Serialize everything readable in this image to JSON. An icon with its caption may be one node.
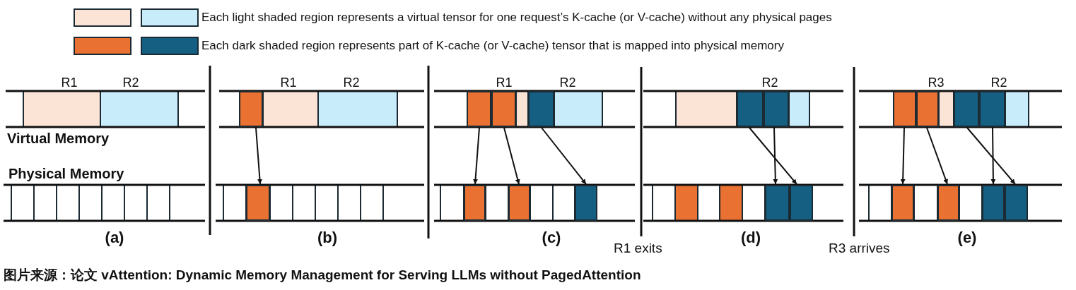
{
  "diagram": {
    "caption": "图片来源：论文 vAttention: Dynamic Memory Management for Serving LLMs without PagedAttention",
    "nodes": [
      {
        "text": [],
        "shape": "box"
      },
      {
        "text": [],
        "shape": "box"
      },
      {
        "text": [],
        "shape": "box"
      },
      {
        "text": [],
        "shape": "box"
      },
      {
        "text": [],
        "shape": "box"
      },
      {
        "text": [],
        "shape": "box"
      },
      {
        "text": [],
        "shape": "box"
      },
      {
        "text": [],
        "shape": "box"
      },
      {
        "text": [],
        "shape": "box"
      },
      {
        "text": [],
        "shape": "box"
      },
      {
        "text": [],
        "shape": "box"
      },
      {
        "text": [],
        "shape": "box"
      },
      {
        "text": [],
        "shape": "box"
      },
      {
        "text": [],
        "shape": "box"
      },
      {
        "text": [],
        "shape": "box"
      },
      {
        "text": [],
        "shape": "box"
      },
      {
        "text": [],
        "shape": "box"
      },
      {
        "text": [],
        "shape": "box"
      },
      {
        "text": [],
        "shape": "box"
      },
      {
        "text": [],
        "shape": "box"
      }
    ],
    "edges": [
      {
        "from": 0,
        "to": 1,
        "arrow": "to"
      },
      {
        "from": 2,
        "to": 5,
        "arrow": "to"
      },
      {
        "from": 3,
        "to": 6,
        "arrow": "to"
      },
      {
        "from": 4,
        "to": 7,
        "arrow": "to"
      },
      {
        "from": 8,
        "to": 11,
        "arrow": "to"
      },
      {
        "from": 9,
        "to": 10,
        "arrow": "to"
      },
      {
        "from": 12,
        "to": 16,
        "arrow": "to"
      },
      {
        "from": 13,
        "to": 17,
        "arrow": "to"
      },
      {
        "from": 14,
        "to": 19,
        "arrow": "to"
      },
      {
        "from": 15,
        "to": 18,
        "arrow": "to"
      }
    ],
    "labels": [
      "R1",
      "R2",
      "R1",
      "R2",
      "R1",
      "R2",
      "R2",
      "R3",
      "R2",
      "Virtual Memory",
      "Physical Memory",
      "(a)",
      "(b)",
      "(c)",
      "R1 exits",
      "(d)",
      "R3 arrives",
      "(e)"
    ],
    "legend": [
      {
        "text": "Each light shaded region represents a virtual tensor for one request’s K-cache (or V-cache) without any physical pages",
        "color": "#fbe3d6"
      },
      {
        "text": "Each dark shaded region represents part of K-cache (or V-cache) tensor that is mapped into physical memory",
        "color": "#e97132"
      }
    ]
  }
}
